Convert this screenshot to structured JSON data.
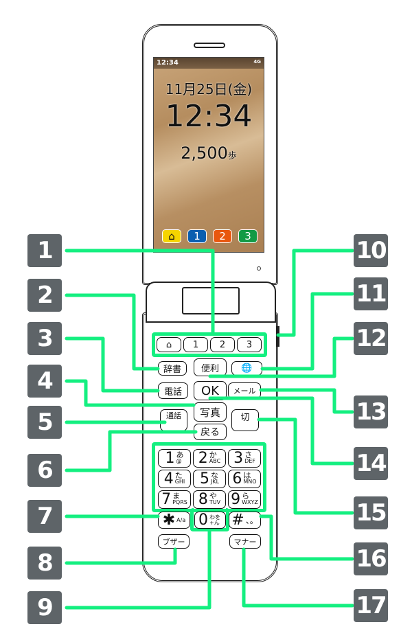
{
  "screen": {
    "status_time": "12:34",
    "status_signal": "4G",
    "date": "11月25日(金)",
    "time": "12:34",
    "steps": "2,500",
    "steps_unit": "歩",
    "softkeys": [
      "⌂",
      "1",
      "2",
      "3"
    ]
  },
  "keys": {
    "top_row": [
      "⌂",
      "1",
      "2",
      "3"
    ],
    "dictionary": "辞書",
    "convenience": "便利",
    "web": "🌐",
    "phone": "電話",
    "ok": "OK",
    "mail": "メール",
    "camera": "写真",
    "call": "通話",
    "end": "切",
    "back": "戻る",
    "keypad": [
      {
        "n": "1",
        "k": "あ",
        "s": "@"
      },
      {
        "n": "2",
        "k": "か",
        "s": "ABC"
      },
      {
        "n": "3",
        "k": "さ",
        "s": "DEF"
      },
      {
        "n": "4",
        "k": "た",
        "s": "GHI"
      },
      {
        "n": "5",
        "k": "な",
        "s": "JKL"
      },
      {
        "n": "6",
        "k": "は",
        "s": "MNO"
      },
      {
        "n": "7",
        "k": "ま",
        "s": "PQRS"
      },
      {
        "n": "8",
        "k": "や",
        "s": "TUV"
      },
      {
        "n": "9",
        "k": "ら",
        "s": "WXYZ"
      }
    ],
    "star": "✱",
    "star_sub": "A/a",
    "zero": "0",
    "zero_sub": "わを+ん",
    "hash": "#",
    "hash_sub": "、。",
    "buzzer": "ブザー",
    "manner": "マナー"
  },
  "callouts": [
    "1",
    "2",
    "3",
    "4",
    "5",
    "6",
    "7",
    "8",
    "9",
    "10",
    "11",
    "12",
    "13",
    "14",
    "15",
    "16",
    "17"
  ],
  "colors": {
    "callout_line": "#14ef80",
    "badge": "#5e6468",
    "soft_home": "#f5d400",
    "soft_1": "#0a5fb0",
    "soft_2": "#e8570e",
    "soft_3": "#129a45"
  }
}
